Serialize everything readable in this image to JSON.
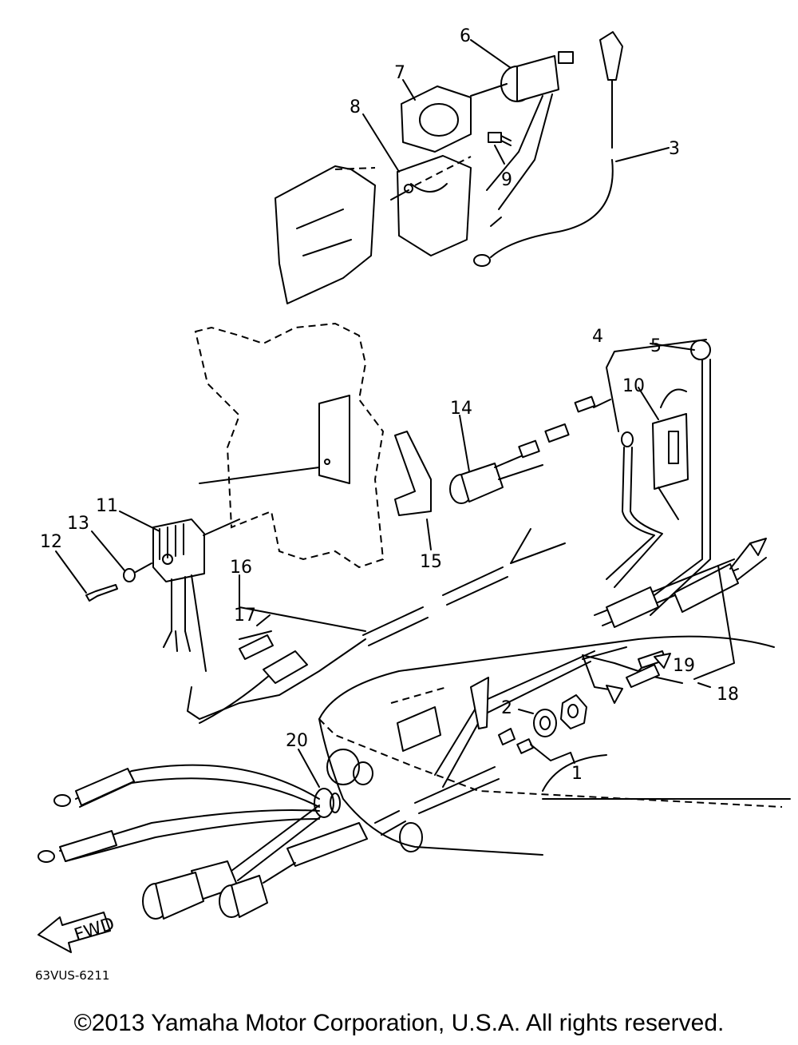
{
  "diagram": {
    "part_labels": [
      {
        "id": "label-1",
        "text": "1"
      },
      {
        "id": "label-2",
        "text": "2"
      },
      {
        "id": "label-3",
        "text": "3"
      },
      {
        "id": "label-4",
        "text": "4"
      },
      {
        "id": "label-5",
        "text": "5"
      },
      {
        "id": "label-6",
        "text": "6"
      },
      {
        "id": "label-7",
        "text": "7"
      },
      {
        "id": "label-8",
        "text": "8"
      },
      {
        "id": "label-9",
        "text": "9"
      },
      {
        "id": "label-10",
        "text": "10"
      },
      {
        "id": "label-11",
        "text": "11"
      },
      {
        "id": "label-12",
        "text": "12"
      },
      {
        "id": "label-13",
        "text": "13"
      },
      {
        "id": "label-14",
        "text": "14"
      },
      {
        "id": "label-15",
        "text": "15"
      },
      {
        "id": "label-16",
        "text": "16"
      },
      {
        "id": "label-17",
        "text": "17"
      },
      {
        "id": "label-18",
        "text": "18"
      },
      {
        "id": "label-19",
        "text": "19"
      },
      {
        "id": "label-20",
        "text": "20"
      }
    ],
    "fwd_arrow_text": "FWD",
    "diagram_code": "63VUS-6211"
  },
  "copyright": "©2013 Yamaha Motor Corporation, U.S.A. All rights reserved.",
  "colors": {
    "ink": "#000000",
    "background": "#ffffff"
  }
}
